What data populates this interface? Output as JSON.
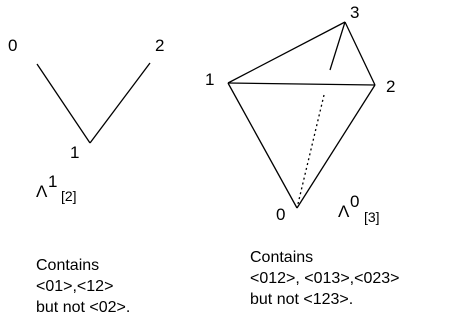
{
  "left_figure": {
    "vertex_labels": [
      "0",
      "1",
      "2"
    ],
    "horn": {
      "symbol": "Λ",
      "superscript": "1",
      "subscript": "[2]"
    },
    "caption_lines": [
      "Contains",
      "<01>,<12>",
      "but not <02>."
    ]
  },
  "right_figure": {
    "vertex_labels": [
      "0",
      "1",
      "2",
      "3"
    ],
    "horn": {
      "symbol": "Λ",
      "superscript": "0",
      "subscript": "[3]"
    },
    "caption_lines": [
      "Contains",
      "<012>, <013>,<023>",
      "but not <123>."
    ]
  },
  "colors": {
    "stroke": "#000000",
    "background": "#ffffff"
  }
}
